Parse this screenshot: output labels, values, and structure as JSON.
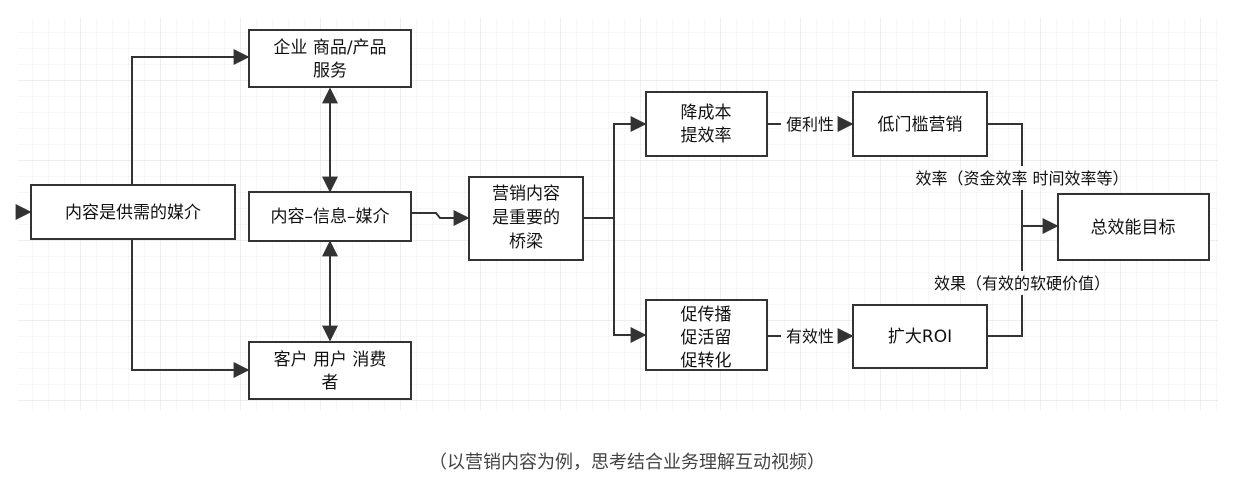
{
  "diagram": {
    "nodes": {
      "media": "内容是供需的媒介",
      "enterprise": [
        "企业 商品/产品",
        "服务"
      ],
      "info": "内容–信息–媒介",
      "customer": [
        "客户 用户 消费",
        "者"
      ],
      "bridge": [
        "营销内容",
        "是重要的",
        "桥梁"
      ],
      "cost": [
        "降成本",
        "提效率"
      ],
      "spread": [
        "促传播",
        "促活留",
        "促转化"
      ],
      "lowbar": "低门槛营销",
      "roi": "扩大ROI",
      "goal": "总效能目标"
    },
    "edge_labels": {
      "convenience": "便利性",
      "effectiveness": "有效性",
      "efficiency": "效率（资金效率 时间效率等）",
      "effect": "效果（有效的软硬价值）"
    }
  },
  "caption": "（以营销内容为例，思考结合业务理解互动视频）",
  "colors": {
    "grid": "#e8e8e8",
    "stroke": "#333333",
    "text": "#111111",
    "caption": "#444444"
  }
}
